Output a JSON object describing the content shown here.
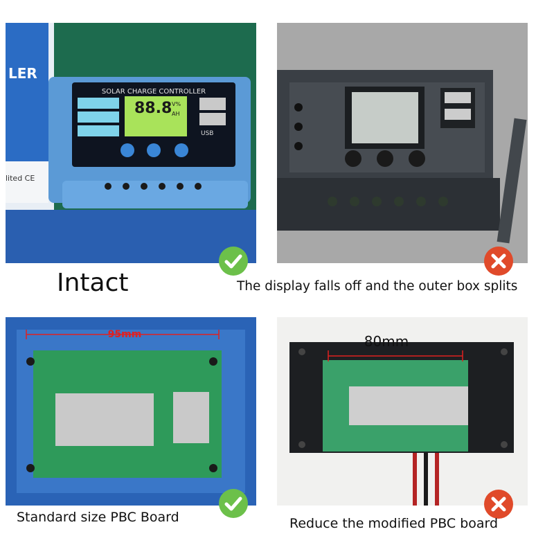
{
  "panels": {
    "top_left": {
      "brand_fragment": "LER",
      "ce_fragment": "lited  CE",
      "device_title": "SOLAR CHARGE CONTROLLER",
      "lcd_readout": "88.8",
      "lcd_units_top": "V%",
      "lcd_units_bottom": "AH",
      "usb_label": "USB",
      "caption": "Intact",
      "status": "check-icon"
    },
    "top_right": {
      "caption": "The display falls off and the outer box splits",
      "status": "cross-icon"
    },
    "bottom_left": {
      "dimension_label": "95mm",
      "caption": "Standard size PBC Board",
      "status": "check-icon"
    },
    "bottom_right": {
      "dimension_label": "80mm",
      "caption": "Reduce the modified PBC board",
      "status": "cross-icon"
    }
  },
  "colors": {
    "ok": "#6cc04a",
    "bad": "#e04a2a",
    "controller_blue": "#5b9ad6",
    "pcb_green": "#2e9a5a"
  }
}
